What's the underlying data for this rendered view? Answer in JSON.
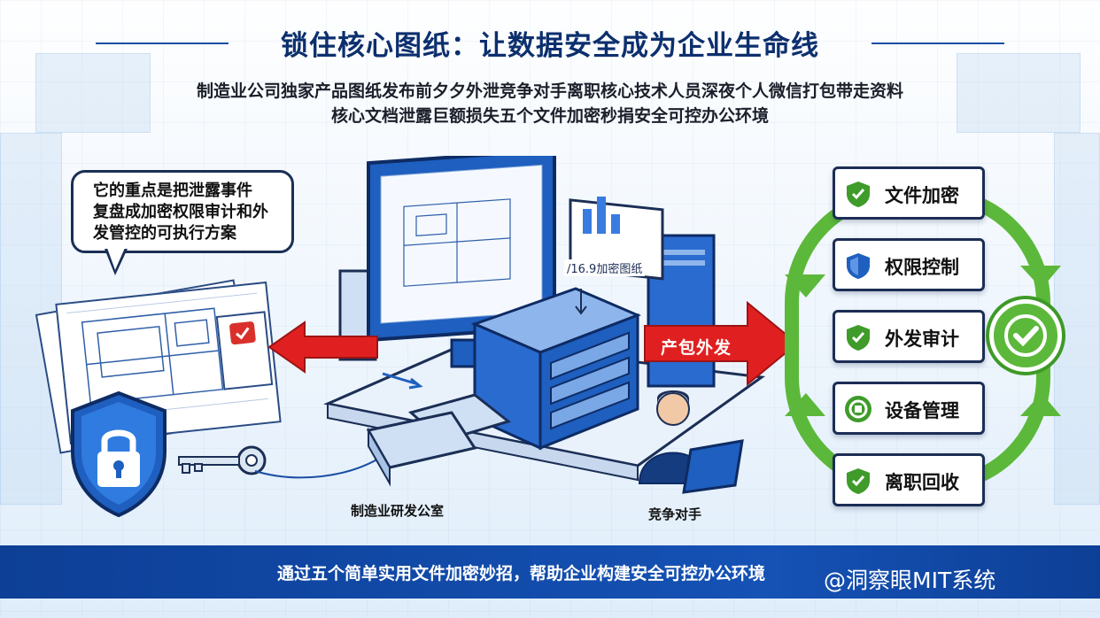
{
  "header": {
    "title": "锁住核心图纸：让数据安全成为企业生命线",
    "subtitle_line1": "制造业公司独家产品图纸发布前夕夕外泄竞争对手离职核心技术人员深夜个人微信打包带走资料",
    "subtitle_line2": "核心文档泄露巨额损失五个文件加密秒捐安全可控办公环境"
  },
  "bubble": {
    "line1": "它的重点是把泄露事件",
    "line2": "复盘成加密权限审计和外",
    "line3": "发管控的可执行方案"
  },
  "scene": {
    "monitor_label": "/16.9加密图纸",
    "red_arrow_label": "产包外发",
    "office_caption": "制造业研发公室",
    "competitor_caption": "竞争对手"
  },
  "features": [
    {
      "label": "文件加密",
      "icon": "shield-check-icon"
    },
    {
      "label": "权限控制",
      "icon": "shield-blue-icon"
    },
    {
      "label": "外发审计",
      "icon": "shield-check-icon"
    },
    {
      "label": "设备管理",
      "icon": "device-cycle-icon"
    },
    {
      "label": "离职回收",
      "icon": "shield-check-icon"
    }
  ],
  "footer": {
    "text": "通过五个简单实用文件加密妙招，帮助企业构建安全可控办公环境",
    "watermark": "@洞察眼MIT系统"
  },
  "colors": {
    "navy": "#0c2f6e",
    "green": "#5cb83a",
    "red": "#e02020",
    "footer_blue": "#1552b5"
  }
}
